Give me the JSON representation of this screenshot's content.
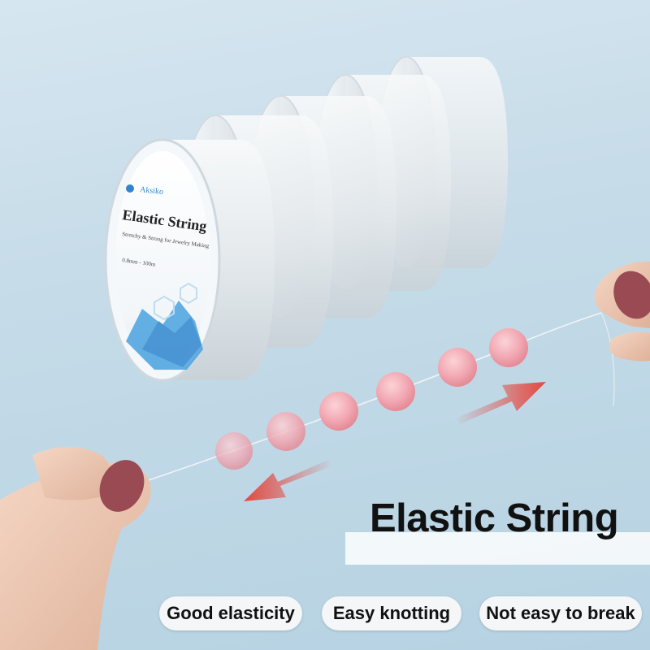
{
  "spool_label": {
    "brand": "Aksiko",
    "product": "Elastic String",
    "tagline": "Stretchy & Strong for Jewelry Making",
    "spec": "0.8mm - 100m"
  },
  "headline": "Elastic String",
  "features": [
    {
      "label": "Good elasticity"
    },
    {
      "label": "Easy knotting"
    },
    {
      "label": "Not easy to break"
    }
  ],
  "colors": {
    "background": "#c5dbe8",
    "bead": "#f2a9b3",
    "arrow": "#e4483f",
    "nail": "#9a4a52"
  }
}
